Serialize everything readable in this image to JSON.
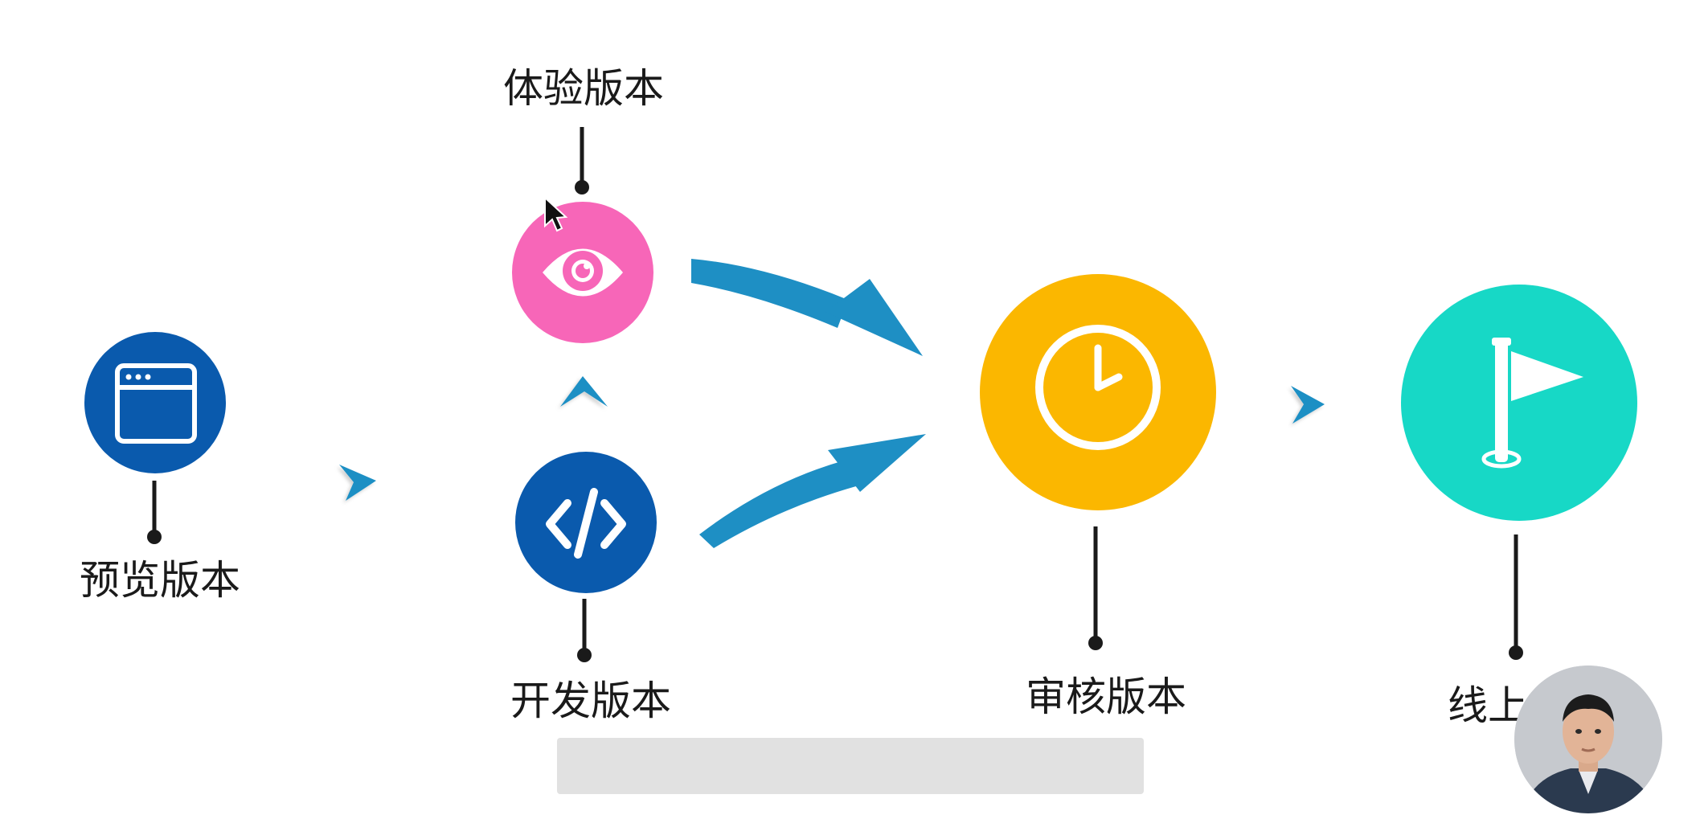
{
  "nodes": {
    "preview": {
      "label": "预览版本",
      "icon": "browser-window-icon",
      "color": "#0a5aad"
    },
    "trial": {
      "label": "体验版本",
      "icon": "eye-icon",
      "color": "#f766b8"
    },
    "develop": {
      "label": "开发版本",
      "icon": "code-icon",
      "color": "#0a5aad"
    },
    "review": {
      "label": "审核版本",
      "icon": "clock-icon",
      "color": "#fbb700"
    },
    "online": {
      "label": "线上",
      "icon": "flag-icon",
      "color": "#17d8c6"
    }
  },
  "arrow_color": "#1e8fc4"
}
